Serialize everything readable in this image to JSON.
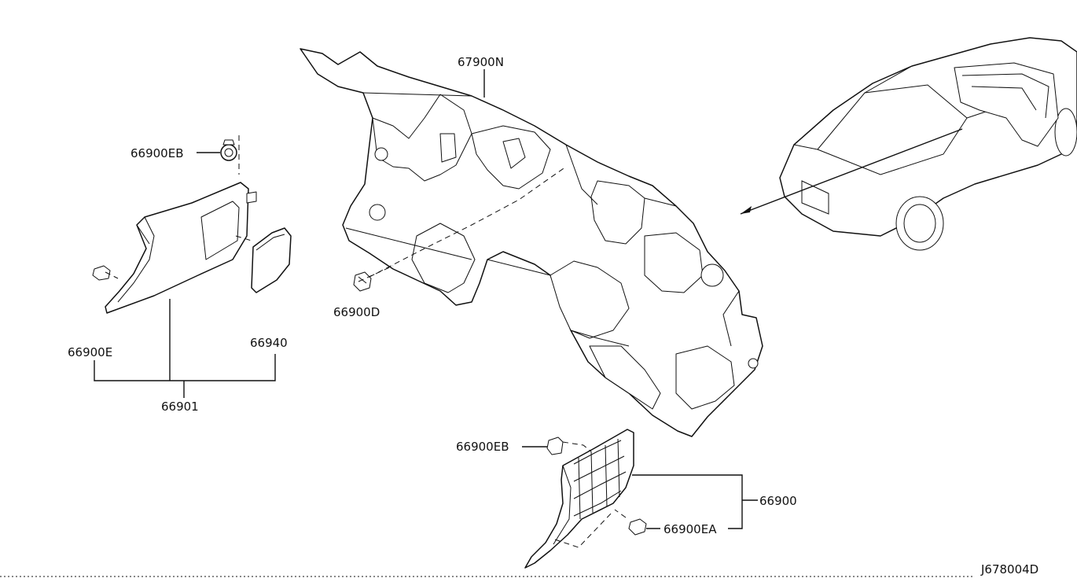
{
  "callouts": {
    "p67900N": "67900N",
    "p66900EB_top": "66900EB",
    "p66900D": "66900D",
    "p66900E": "66900E",
    "p66940": "66940",
    "p66901": "66901",
    "p66900EB_bottom": "66900EB",
    "p66900": "66900",
    "p66900EA": "66900EA"
  },
  "drawing_code": "J678004D",
  "colors": {
    "ink": "#111111",
    "paper": "#ffffff"
  }
}
